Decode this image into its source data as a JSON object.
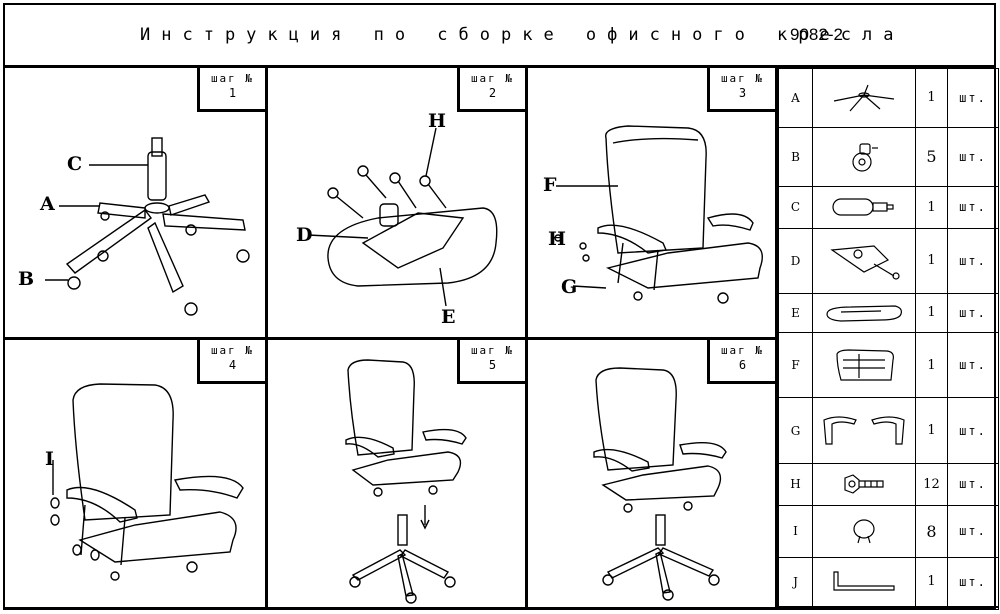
{
  "title": {
    "text": "Инструкция по сборке офисного кресла",
    "model": "9082-2"
  },
  "step_label": "шаг №",
  "steps": [
    {
      "number": "1",
      "letters": [
        "C",
        "A",
        "B"
      ]
    },
    {
      "number": "2",
      "letters": [
        "H",
        "D",
        "E"
      ]
    },
    {
      "number": "3",
      "letters": [
        "F",
        "H",
        "G"
      ]
    },
    {
      "number": "4",
      "letters": [
        "I"
      ]
    },
    {
      "number": "5",
      "letters": []
    },
    {
      "number": "6",
      "letters": []
    }
  ],
  "parts": [
    {
      "letter": "A",
      "qty": "1",
      "unit": "шт.",
      "icon": "chair-base-icon"
    },
    {
      "letter": "B",
      "qty": "5",
      "unit": "шт.",
      "icon": "caster-wheel-icon"
    },
    {
      "letter": "C",
      "qty": "1",
      "unit": "шт.",
      "icon": "gas-cylinder-icon"
    },
    {
      "letter": "D",
      "qty": "1",
      "unit": "шт.",
      "icon": "tilt-mechanism-icon"
    },
    {
      "letter": "E",
      "qty": "1",
      "unit": "шт.",
      "icon": "seat-cushion-icon"
    },
    {
      "letter": "F",
      "qty": "1",
      "unit": "шт.",
      "icon": "backrest-icon"
    },
    {
      "letter": "G",
      "qty": "1",
      "unit": "шт.",
      "icon": "armrests-icon"
    },
    {
      "letter": "H",
      "qty": "12",
      "unit": "шт.",
      "icon": "bolt-icon"
    },
    {
      "letter": "I",
      "qty": "8",
      "unit": "шт.",
      "icon": "cap-icon"
    },
    {
      "letter": "J",
      "qty": "1",
      "unit": "шт.",
      "icon": "hex-key-icon"
    }
  ]
}
